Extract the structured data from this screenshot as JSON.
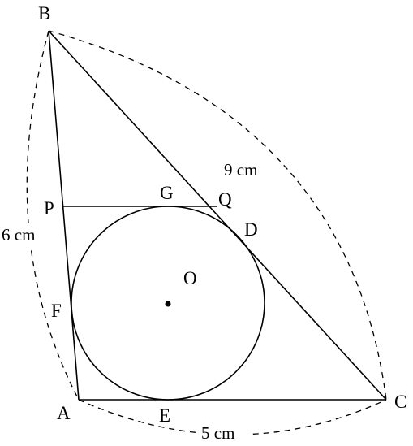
{
  "figure": {
    "points": {
      "A": "A",
      "B": "B",
      "C": "C",
      "D": "D",
      "E": "E",
      "F": "F",
      "G": "G",
      "O": "O",
      "P": "P",
      "Q": "Q"
    },
    "measurements": {
      "AB": "6 cm",
      "BC": "9 cm",
      "AC": "5 cm"
    }
  }
}
